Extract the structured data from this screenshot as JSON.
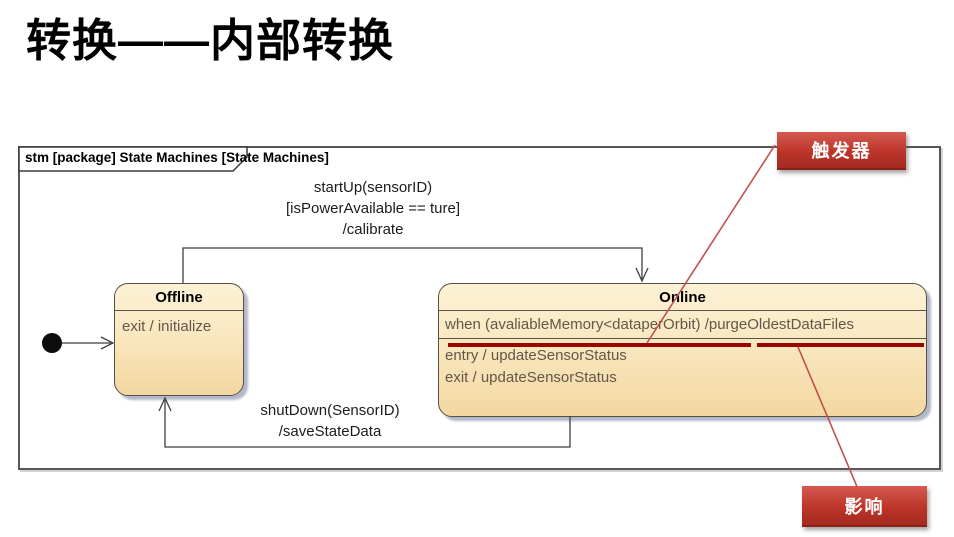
{
  "title": "转换——内部转换",
  "frame": {
    "label": "stm [package] State Machines [State Machines]"
  },
  "diagram": {
    "transitions": {
      "startup": {
        "line1": "startUp(sensorID)",
        "line2": "[isPowerAvailable == ture]",
        "line3": "/calibrate"
      },
      "shutdown": {
        "line1": "shutDown(SensorID)",
        "line2": "/saveStateData"
      }
    },
    "states": {
      "offline": {
        "name": "Offline",
        "behavior1": "exit / initialize"
      },
      "online": {
        "name": "Online",
        "internal_transition": "when (avaliableMemory<dataperOrbit) /purgeOldestDataFiles",
        "behavior1": "entry / updateSensorStatus",
        "behavior2": "exit / updateSensorStatus"
      }
    }
  },
  "callouts": {
    "trigger": "触发器",
    "effect": "影响"
  },
  "colors": {
    "state_fill_top": "#fdf2d6",
    "state_fill_bottom": "#f3d7a1",
    "highlight_underline": "#9b0504",
    "annotation_line": "#c0504d",
    "callout_red": "#bd3529"
  }
}
